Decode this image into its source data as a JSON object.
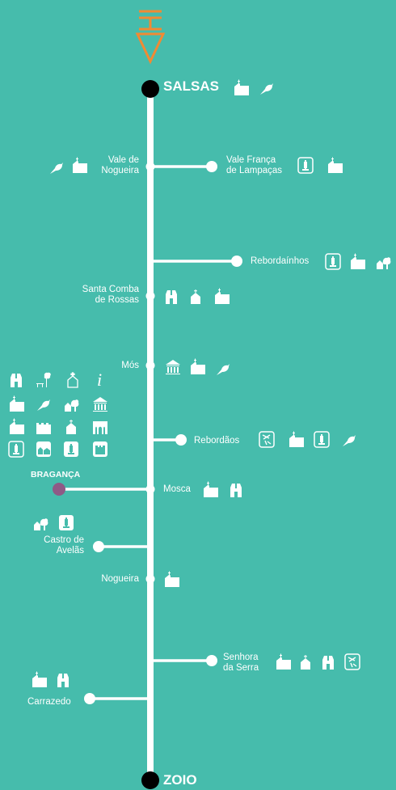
{
  "colors": {
    "background": "#46bcac",
    "line": "#ffffff",
    "terminal": "#000000",
    "bragança_marker": "#8e5a86",
    "water_symbol": "#f18a33"
  },
  "stations": {
    "salsas": "SALSAS",
    "vale_de_nogueira": [
      "Vale de",
      "Nogueira"
    ],
    "vale_franca": [
      "Vale França",
      "de Lampaças"
    ],
    "rebordainhos": "Rebordaínhos",
    "santa_comba": [
      "Santa Comba",
      "de Rossas"
    ],
    "mos": "Mós",
    "rebordaos": "Rebordãos",
    "braganca": "BRAGANÇA",
    "mosca": "Mosca",
    "castro_de_avelas": [
      "Castro de",
      "Avelãs"
    ],
    "nogueira": "Nogueira",
    "senhora_da_serra": [
      "Senhora",
      "da Serra"
    ],
    "carrazedo": "Carrazedo",
    "zoio": "ZOIO"
  },
  "icon_groups": {
    "salsas": [
      "church-icon",
      "bird-icon"
    ],
    "vale_de_nogueira": [
      "bird-icon",
      "church-icon"
    ],
    "vale_franca": [
      "pillory-icon",
      "church-icon"
    ],
    "rebordainhos": [
      "pillory-icon",
      "church-icon",
      "tree-house-icon"
    ],
    "santa_comba": [
      "binoculars-icon",
      "chapel-icon",
      "church-icon"
    ],
    "mos": [
      "museum-icon",
      "church-icon",
      "bird-icon"
    ],
    "rebordaos": [
      "rock-art-icon",
      "church-icon",
      "pillory-icon",
      "bird-icon"
    ],
    "braganca": [
      "binoculars-icon",
      "picnic-icon",
      "chapel-outline-icon",
      "info-icon",
      "church-icon",
      "bird-icon",
      "tree-house-icon",
      "museum-icon",
      "church-icon",
      "castle-icon",
      "chapel-icon",
      "aqueduct-icon",
      "pillory-icon",
      "village-icon",
      "pillory-icon",
      "keep-icon"
    ],
    "mosca": [
      "church-icon",
      "binoculars-icon"
    ],
    "castro_de_avelas": [
      "tree-house-icon",
      "church-icon"
    ],
    "nogueira": [
      "church-icon"
    ],
    "senhora_da_serra": [
      "church-icon",
      "chapel-icon",
      "binoculars-icon",
      "rock-art-icon"
    ],
    "carrazedo": [
      "church-icon",
      "binoculars-icon"
    ]
  }
}
